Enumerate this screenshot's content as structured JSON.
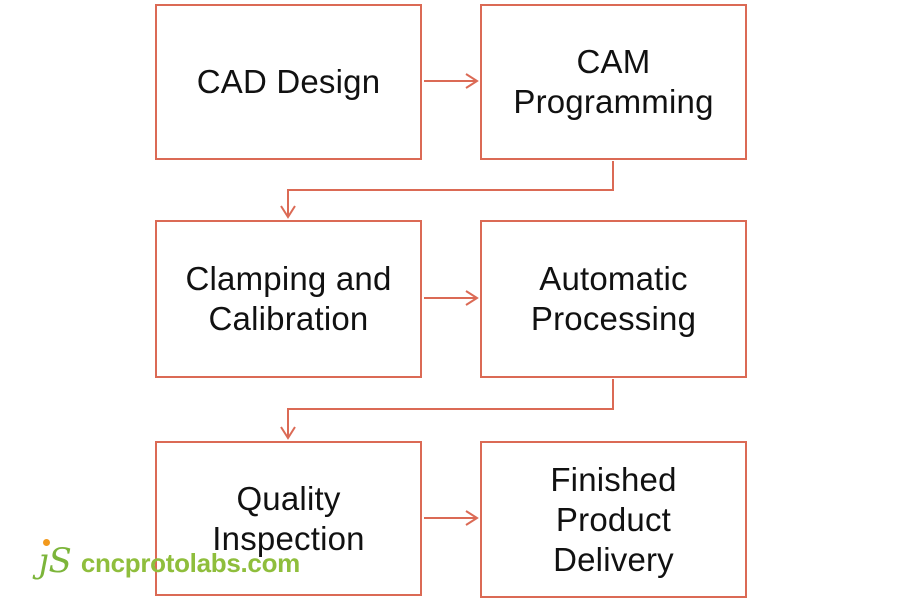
{
  "page": {
    "background": "#ffffff",
    "title": "CNC machining process flowchart"
  },
  "colors": {
    "box_border": "#db6a55",
    "connector": "#db6a55",
    "box_text": "#111111",
    "logo_green": "#8fbe3c",
    "logo_monogram_green": "#7cb53a",
    "logo_dot_orange": "#f2991d"
  },
  "flowchart": {
    "nodes": [
      {
        "id": "cad-design",
        "label": "CAD Design"
      },
      {
        "id": "cam-programming",
        "label": "CAM\nProgramming"
      },
      {
        "id": "clamping-and-calibration",
        "label": "Clamping and\nCalibration"
      },
      {
        "id": "automatic-processing",
        "label": "Automatic\nProcessing"
      },
      {
        "id": "quality-inspection",
        "label": "Quality\nInspection"
      },
      {
        "id": "finished-product-delivery",
        "label": "Finished\nProduct\nDelivery"
      }
    ],
    "edges": [
      {
        "from": "cad-design",
        "to": "cam-programming",
        "shape": "straight-right-arrow"
      },
      {
        "from": "cam-programming",
        "to": "clamping-and-calibration",
        "shape": "elbow-down-left-down-arrow"
      },
      {
        "from": "clamping-and-calibration",
        "to": "automatic-processing",
        "shape": "straight-right-arrow"
      },
      {
        "from": "automatic-processing",
        "to": "quality-inspection",
        "shape": "elbow-down-left-down-arrow"
      },
      {
        "from": "quality-inspection",
        "to": "finished-product-delivery",
        "shape": "straight-right-arrow"
      }
    ]
  },
  "logo": {
    "monogram": "jS",
    "monogram_display": "ȷS",
    "domain": "cncprotolabs.com"
  }
}
